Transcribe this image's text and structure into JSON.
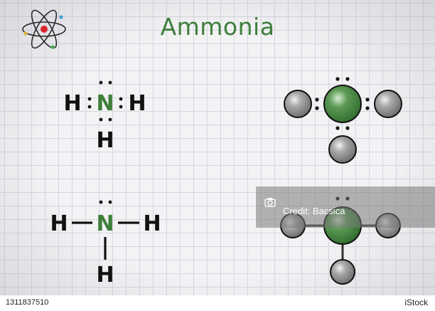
{
  "title": "Ammonia",
  "colors": {
    "title": "#3e7f3c",
    "nitrogen": "#4d8a47",
    "hydrogen": "#8f8f8f",
    "bond": "#1b1b1b",
    "grid": "#d5d7dd"
  },
  "icons": [
    "atom-icon"
  ],
  "lewis_electron_dot": {
    "central_atom": "N",
    "hydrogens": [
      "H",
      "H",
      "H"
    ],
    "lone_pair": true
  },
  "structural_formula": {
    "central_atom": "N",
    "hydrogens": [
      "H",
      "H",
      "H"
    ],
    "lone_pair": true
  },
  "watermark": {
    "credit": "Credit: Bacsica"
  },
  "footer": {
    "stock_id": "1311837510",
    "brand": "iStock"
  }
}
